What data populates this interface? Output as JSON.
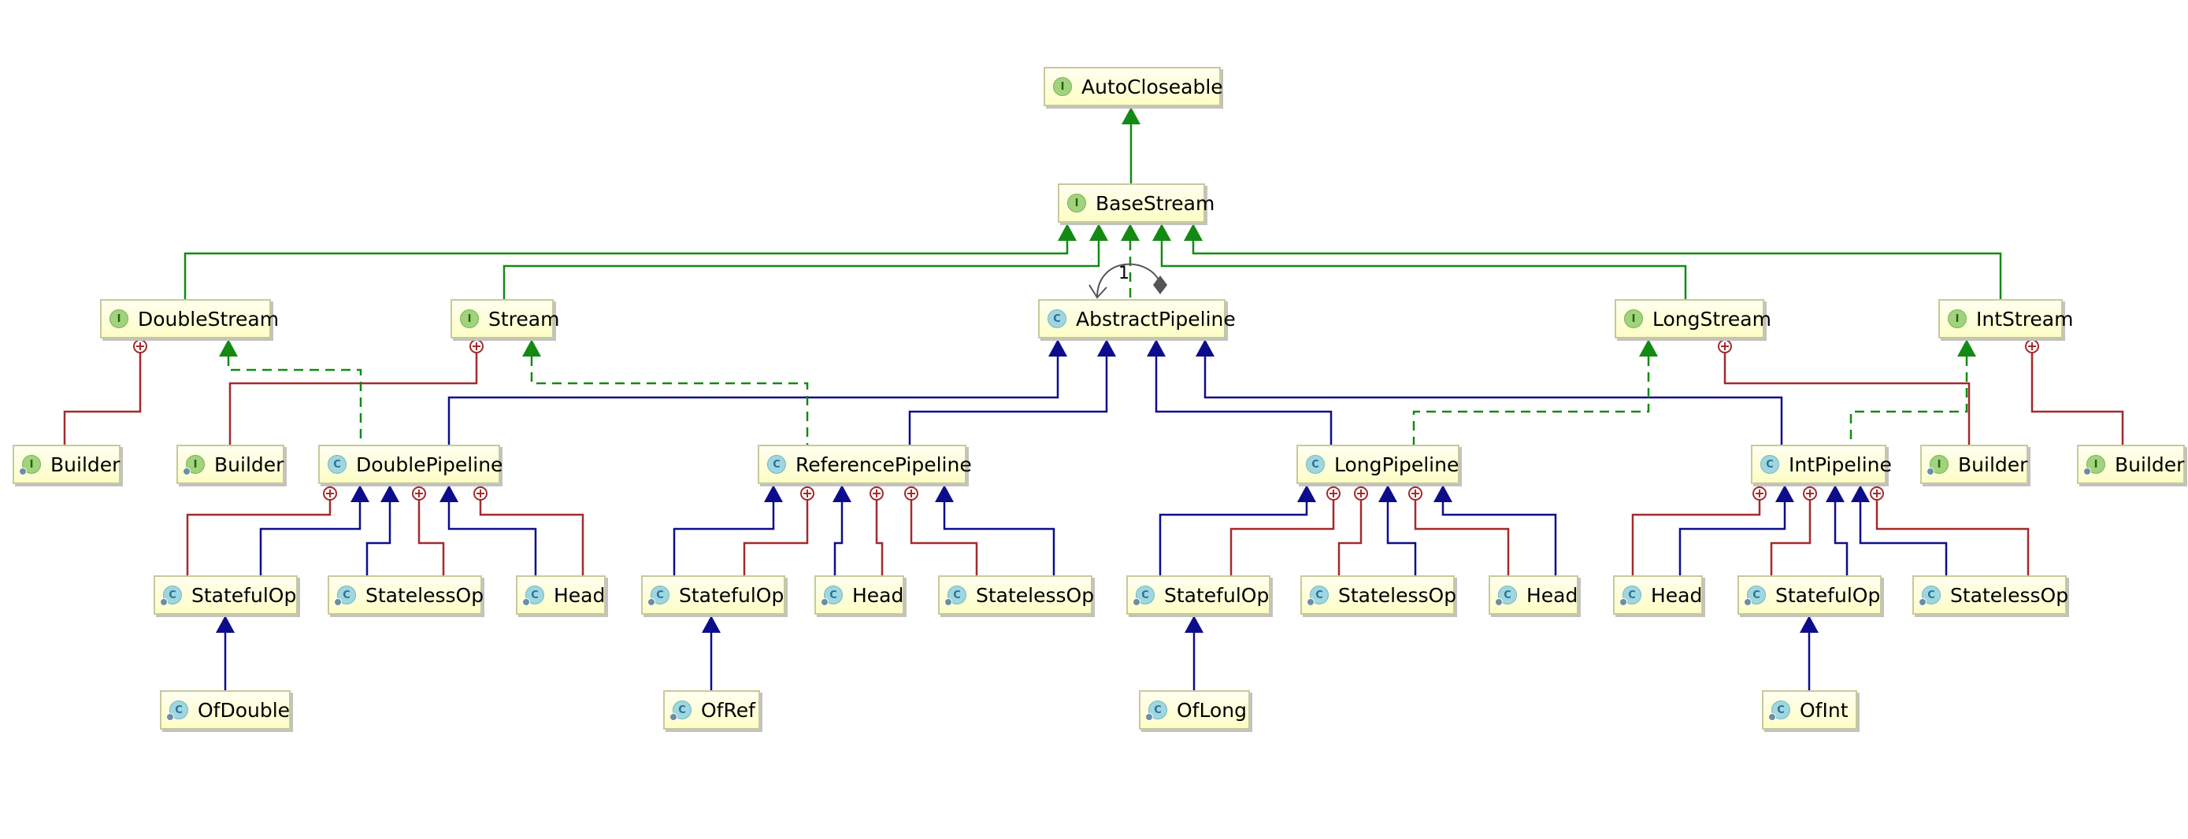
{
  "diagram": {
    "nodes": [
      {
        "id": "autocloseable",
        "label": "AutoCloseable",
        "kind": "interface"
      },
      {
        "id": "basestream",
        "label": "BaseStream",
        "kind": "interface"
      },
      {
        "id": "doublestream",
        "label": "DoubleStream",
        "kind": "interface"
      },
      {
        "id": "stream",
        "label": "Stream",
        "kind": "interface"
      },
      {
        "id": "abstractpipeline",
        "label": "AbstractPipeline",
        "kind": "abstract-class"
      },
      {
        "id": "longstream",
        "label": "LongStream",
        "kind": "interface"
      },
      {
        "id": "intstream",
        "label": "IntStream",
        "kind": "interface"
      },
      {
        "id": "builder1",
        "label": "Builder",
        "kind": "nested-interface"
      },
      {
        "id": "builder2",
        "label": "Builder",
        "kind": "nested-interface"
      },
      {
        "id": "doublepipeline",
        "label": "DoublePipeline",
        "kind": "abstract-class"
      },
      {
        "id": "referencepipeline",
        "label": "ReferencePipeline",
        "kind": "abstract-class"
      },
      {
        "id": "longpipeline",
        "label": "LongPipeline",
        "kind": "abstract-class"
      },
      {
        "id": "intpipeline",
        "label": "IntPipeline",
        "kind": "abstract-class"
      },
      {
        "id": "builder3",
        "label": "Builder",
        "kind": "nested-interface"
      },
      {
        "id": "builder4",
        "label": "Builder",
        "kind": "nested-interface"
      },
      {
        "id": "d_statefulop",
        "label": "StatefulOp",
        "kind": "nested-class"
      },
      {
        "id": "d_statelessop",
        "label": "StatelessOp",
        "kind": "nested-class"
      },
      {
        "id": "d_head",
        "label": "Head",
        "kind": "nested-class"
      },
      {
        "id": "r_statefulop",
        "label": "StatefulOp",
        "kind": "nested-class"
      },
      {
        "id": "r_head",
        "label": "Head",
        "kind": "nested-class"
      },
      {
        "id": "r_statelessop",
        "label": "StatelessOp",
        "kind": "nested-class"
      },
      {
        "id": "l_statefulop",
        "label": "StatefulOp",
        "kind": "nested-class"
      },
      {
        "id": "l_statelessop",
        "label": "StatelessOp",
        "kind": "nested-class"
      },
      {
        "id": "l_head",
        "label": "Head",
        "kind": "nested-class"
      },
      {
        "id": "i_head",
        "label": "Head",
        "kind": "nested-class"
      },
      {
        "id": "i_statefulop",
        "label": "StatefulOp",
        "kind": "nested-class"
      },
      {
        "id": "i_statelessop",
        "label": "StatelessOp",
        "kind": "nested-class"
      },
      {
        "id": "ofdouble",
        "label": "OfDouble",
        "kind": "nested-class"
      },
      {
        "id": "ofref",
        "label": "OfRef",
        "kind": "nested-class"
      },
      {
        "id": "oflong",
        "label": "OfLong",
        "kind": "nested-class"
      },
      {
        "id": "ofint",
        "label": "OfInt",
        "kind": "nested-class"
      }
    ],
    "relationships": [
      {
        "from": "basestream",
        "to": "autocloseable",
        "type": "extends"
      },
      {
        "from": "doublestream",
        "to": "basestream",
        "type": "extends"
      },
      {
        "from": "stream",
        "to": "basestream",
        "type": "extends"
      },
      {
        "from": "abstractpipeline",
        "to": "basestream",
        "type": "implements"
      },
      {
        "from": "longstream",
        "to": "basestream",
        "type": "extends"
      },
      {
        "from": "intstream",
        "to": "basestream",
        "type": "extends"
      },
      {
        "from": "abstractpipeline",
        "to": "abstractpipeline",
        "type": "aggregation",
        "label": "1"
      },
      {
        "from": "builder1",
        "to": "doublestream",
        "type": "nested"
      },
      {
        "from": "builder2",
        "to": "stream",
        "type": "nested"
      },
      {
        "from": "builder3",
        "to": "longstream",
        "type": "nested"
      },
      {
        "from": "builder4",
        "to": "intstream",
        "type": "nested"
      },
      {
        "from": "doublepipeline",
        "to": "abstractpipeline",
        "type": "inherits"
      },
      {
        "from": "referencepipeline",
        "to": "abstractpipeline",
        "type": "inherits"
      },
      {
        "from": "longpipeline",
        "to": "abstractpipeline",
        "type": "inherits"
      },
      {
        "from": "intpipeline",
        "to": "abstractpipeline",
        "type": "inherits"
      },
      {
        "from": "doublepipeline",
        "to": "doublestream",
        "type": "implements"
      },
      {
        "from": "referencepipeline",
        "to": "stream",
        "type": "implements"
      },
      {
        "from": "longpipeline",
        "to": "longstream",
        "type": "implements"
      },
      {
        "from": "intpipeline",
        "to": "intstream",
        "type": "implements"
      },
      {
        "from": "d_statefulop",
        "to": "doublepipeline",
        "type": "nested-inherits"
      },
      {
        "from": "d_statelessop",
        "to": "doublepipeline",
        "type": "nested-inherits"
      },
      {
        "from": "d_head",
        "to": "doublepipeline",
        "type": "nested-inherits"
      },
      {
        "from": "r_statefulop",
        "to": "referencepipeline",
        "type": "nested-inherits"
      },
      {
        "from": "r_head",
        "to": "referencepipeline",
        "type": "nested-inherits"
      },
      {
        "from": "r_statelessop",
        "to": "referencepipeline",
        "type": "nested-inherits"
      },
      {
        "from": "l_statefulop",
        "to": "longpipeline",
        "type": "nested-inherits"
      },
      {
        "from": "l_statelessop",
        "to": "longpipeline",
        "type": "nested-inherits"
      },
      {
        "from": "l_head",
        "to": "longpipeline",
        "type": "nested-inherits"
      },
      {
        "from": "i_head",
        "to": "intpipeline",
        "type": "nested-inherits"
      },
      {
        "from": "i_statefulop",
        "to": "intpipeline",
        "type": "nested-inherits"
      },
      {
        "from": "i_statelessop",
        "to": "intpipeline",
        "type": "nested-inherits"
      },
      {
        "from": "ofdouble",
        "to": "d_statefulop",
        "type": "inherits"
      },
      {
        "from": "ofref",
        "to": "r_statefulop",
        "type": "inherits"
      },
      {
        "from": "oflong",
        "to": "l_statefulop",
        "type": "inherits"
      },
      {
        "from": "ofint",
        "to": "i_statefulop",
        "type": "inherits"
      }
    ],
    "colors": {
      "extends_line": "#138a13",
      "inherits_line": "#0d0d8c",
      "nested_line": "#a32a2a",
      "aggregation_line": "#555555",
      "node_fill": "#fdfdc6",
      "node_border": "#c9c99a",
      "interface_icon": "#9fd47c",
      "class_icon": "#9ed7e0"
    }
  }
}
